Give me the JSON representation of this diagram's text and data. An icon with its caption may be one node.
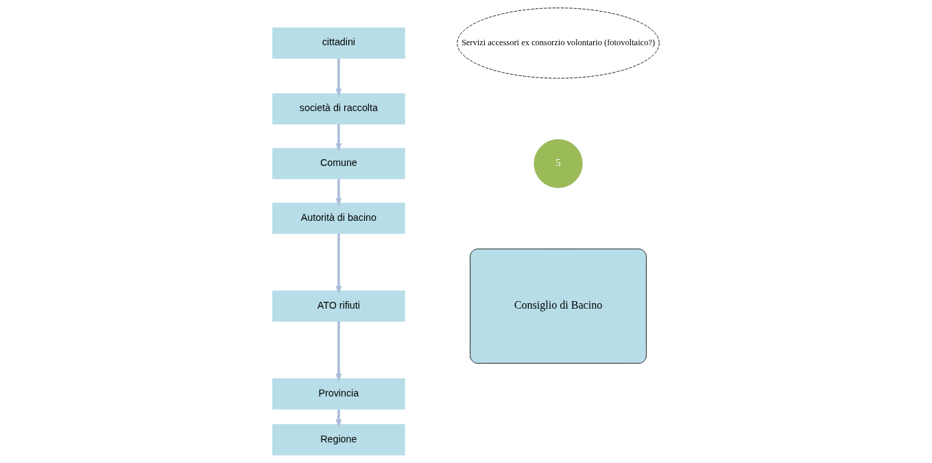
{
  "diagram": {
    "nodes": [
      {
        "text": [
          "cittadini"
        ]
      },
      {
        "text": [
          "società di raccolta"
        ]
      },
      {
        "text": [
          "Comune"
        ]
      },
      {
        "text": [
          "Autorità di bacino"
        ]
      },
      {
        "text": [
          "ATO rifiuti"
        ]
      },
      {
        "text": [
          "Provincia"
        ]
      },
      {
        "text": [
          "Regione"
        ]
      },
      {
        "text": [
          "Consiglio di Bacino"
        ]
      },
      {
        "text": [
          "Servizi accessori ex consorzio volontario (fotovoltaico?)"
        ]
      },
      {
        "text": [
          "5"
        ]
      }
    ],
    "edges": [
      {
        "from": 0,
        "to": 1,
        "arrow": "to"
      },
      {
        "from": 1,
        "to": 2,
        "arrow": "to"
      },
      {
        "from": 2,
        "to": 3,
        "arrow": "to"
      },
      {
        "from": 3,
        "to": 4,
        "arrow": "to"
      },
      {
        "from": 4,
        "to": 5,
        "arrow": "to"
      },
      {
        "from": 5,
        "to": 6,
        "arrow": "to"
      }
    ]
  }
}
